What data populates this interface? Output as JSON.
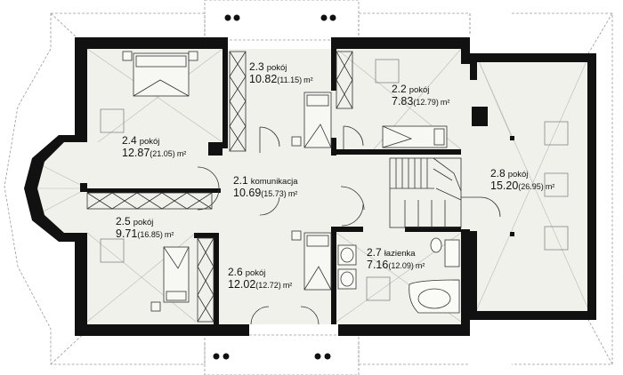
{
  "rooms": [
    {
      "id": "2.1",
      "name": "komunikacja",
      "area": "10.69",
      "area_total": "(15.73)",
      "unit": "m²"
    },
    {
      "id": "2.2",
      "name": "pokój",
      "area": "7.83",
      "area_total": "(12.79)",
      "unit": "m²"
    },
    {
      "id": "2.3",
      "name": "pokój",
      "area": "10.82",
      "area_total": "(11.15)",
      "unit": "m²"
    },
    {
      "id": "2.4",
      "name": "pokój",
      "area": "12.87",
      "area_total": "(21.05)",
      "unit": "m²"
    },
    {
      "id": "2.5",
      "name": "pokój",
      "area": "9.71",
      "area_total": "(16.85)",
      "unit": "m²"
    },
    {
      "id": "2.6",
      "name": "pokój",
      "area": "12.02",
      "area_total": "(12.72)",
      "unit": "m²"
    },
    {
      "id": "2.7",
      "name": "łazienka",
      "area": "7.16",
      "area_total": "(12.09)",
      "unit": "m²"
    },
    {
      "id": "2.8",
      "name": "pokój",
      "area": "15.20",
      "area_total": "(26.95)",
      "unit": "m²"
    }
  ],
  "colors": {
    "wall": "#111111",
    "floor": "#f1f1ec",
    "roof_line": "#999999",
    "furniture": "#333333"
  }
}
